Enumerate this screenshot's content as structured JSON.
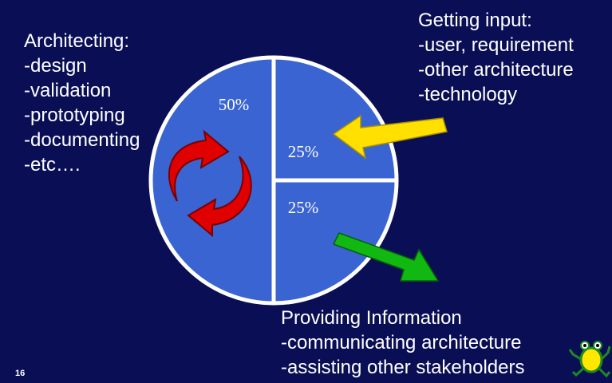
{
  "architecting": {
    "lines": [
      "Architecting:",
      "-design",
      "-validation",
      "-prototyping",
      "-documenting",
      "-etc…."
    ]
  },
  "getting_input": {
    "lines": [
      "Getting input:",
      "-user, requirement",
      "-other architecture",
      "-technology"
    ]
  },
  "providing_info": {
    "lines": [
      "Providing Information",
      "-communicating architecture",
      "-assisting other stakeholders"
    ]
  },
  "chart_data": {
    "type": "pie",
    "categories": [
      "Architecting",
      "Getting input",
      "Providing Information"
    ],
    "values": [
      50,
      25,
      25
    ],
    "labels": [
      "50%",
      "25%",
      "25%"
    ],
    "colors": {
      "slice_fill": "#3a64d2",
      "slice_border": "#ffffff",
      "input_arrow": "#ffe000",
      "output_arrow": "#11b811",
      "cycle_arrows": "#e00000"
    }
  },
  "slide_number": "16",
  "icons": [
    "cycle-arrows-icon",
    "input-arrow-icon",
    "output-arrow-icon",
    "frog-logo-icon"
  ]
}
